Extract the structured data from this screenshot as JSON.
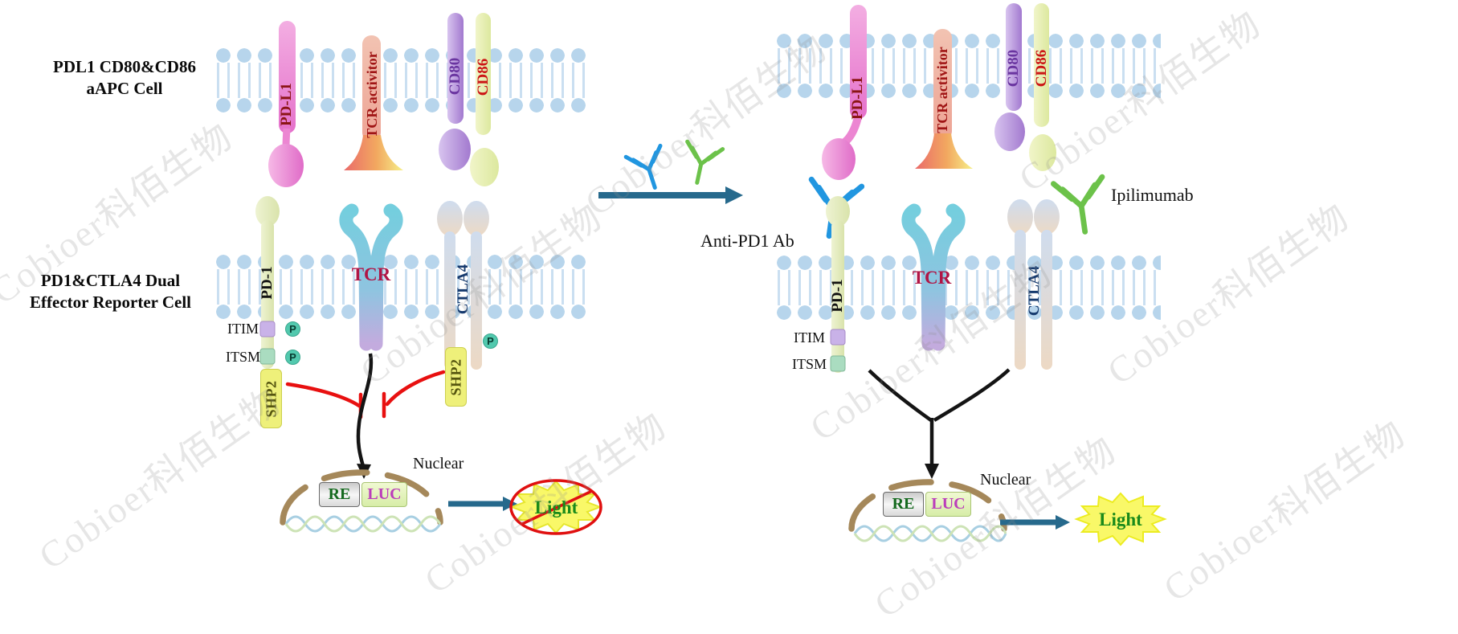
{
  "watermark": {
    "text": "Cobioer科佰生物"
  },
  "labels": {
    "pdl1": "PD-L1",
    "tcr_activator": "TCR activitor",
    "cd80": "CD80",
    "cd86": "CD86",
    "pd1": "PD-1",
    "tcr": "TCR",
    "ctla4": "CTLA4",
    "itim": "ITIM",
    "itsm": "ITSM",
    "phospho": "P",
    "shp2": "SHP2",
    "nuclear": "Nuclear",
    "re": "RE",
    "luc": "LUC",
    "light": "Light"
  },
  "left_panel": {
    "cell_top_line1": "PDL1 CD80&CD86",
    "cell_top_line2": "aAPC Cell",
    "cell_bottom_line1": "PD1&CTLA4 Dual",
    "cell_bottom_line2": "Effector Reporter Cell"
  },
  "right_panel": {
    "anti_pd1_label": "Anti-PD1 Ab",
    "ipilimumab_label": "Ipilimumab"
  },
  "colors": {
    "membrane": "#b7d5ec",
    "pdl1_protein": "#e06cc8",
    "pdl1_text": "#8b1515",
    "tcr_activator_text": "#a01515",
    "cd80_text": "#6a35a0",
    "cd86_text": "#cc1515",
    "pd1_text": "#111111",
    "tcr_text": "#b01545",
    "ctla4_text": "#163a6e",
    "re_text": "#14691e",
    "luc_text": "#bb3dbb",
    "light_text": "#1a8a1a",
    "inhibition_red": "#e81010",
    "signal_black": "#141414",
    "arrow_teal": "#26698c",
    "antibody_blue": "#2196e0",
    "antibody_green": "#6cc24a",
    "shp2_bg": "#eef07a",
    "phospho_badge": "#52c9ae",
    "nuclear_envelope": "#a5885a",
    "light_burst": "#f9f868"
  }
}
